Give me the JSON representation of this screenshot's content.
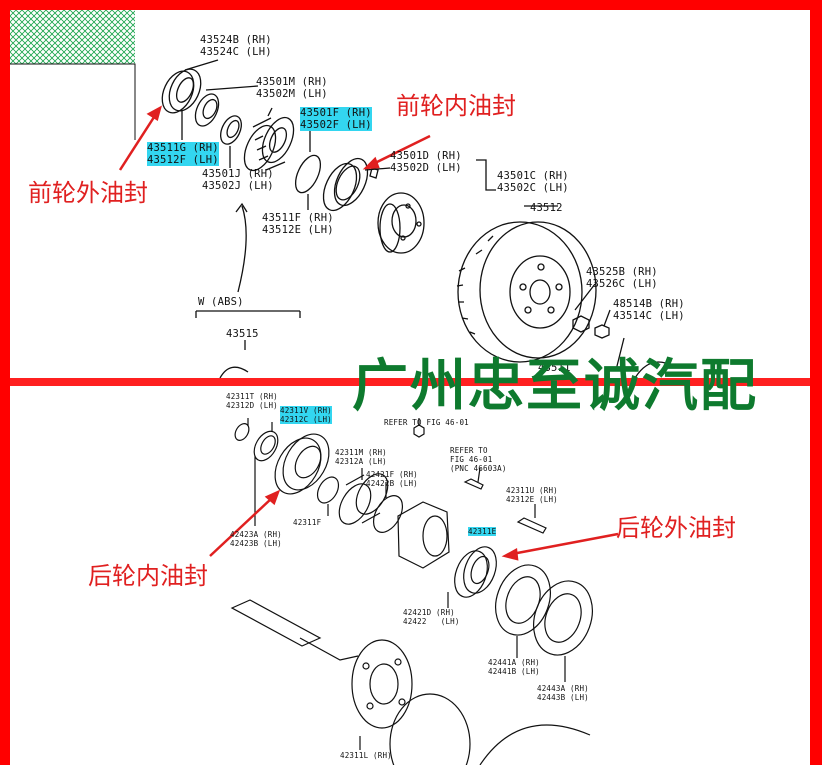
{
  "colors": {
    "frame": "#ff0000",
    "annotation": "#e02020",
    "highlight": "#33d6f0",
    "watermark": "#0e7a2e",
    "line_art": "#111111",
    "hatch": "#16a34a"
  },
  "watermark": "广州忠至诚汽配",
  "annotations": {
    "front_outer_seal": "前轮外油封",
    "front_inner_seal": "前轮内油封",
    "rear_inner_seal": "后轮内油封",
    "rear_outer_seal": "后轮外油封"
  },
  "front": {
    "p43524": "43524B (RH)\n43524C (LH)",
    "p43501m": "43501M (RH)\n43502M (LH)",
    "p43501f": "43501F (RH)\n43502F (LH)",
    "p43511g": "43511G (RH)\n43512F (LH)",
    "p43501j": "43501J (RH)\n43502J (LH)",
    "p43501d": "43501D (RH)\n43502D (LH)",
    "p43501c": "43501C (RH)\n43502C (LH)",
    "p43511f": "43511F (RH)\n43512E (LH)",
    "p43512": "43512",
    "p43525": "43525B (RH)\n43526C (LH)",
    "p48514": "48514B (RH)\n43514C (LH)",
    "abs": "W (ABS)",
    "p43515": "43515",
    "p43511": "43511"
  },
  "rear": {
    "p42311t": "42311T (RH)\n42312D (LH)",
    "p42311v": "42311V (RH)\n42312C (LH)",
    "refer1": "REFER TO FIG 46-01",
    "p42311m": "42311M (RH)\n42312A (LH)",
    "refer2": "REFER TO\nFIG 46-01\n(PNC 46603A)",
    "p42421f": "42421F (RH)\n42422B (LH)",
    "p42311u": "42311U (RH)\n42312E (LH)",
    "p42423a": "42423A (RH)\n42423B (LH)",
    "p42311f": "42311F",
    "p42311e": "42311E",
    "p42421d": "42421D (RH)\n42422   (LH)",
    "p42441a": "42441A (RH)\n42441B (LH)",
    "p42443a": "42443A (RH)\n42443B (LH)",
    "p42311l": "42311L (RH)"
  }
}
